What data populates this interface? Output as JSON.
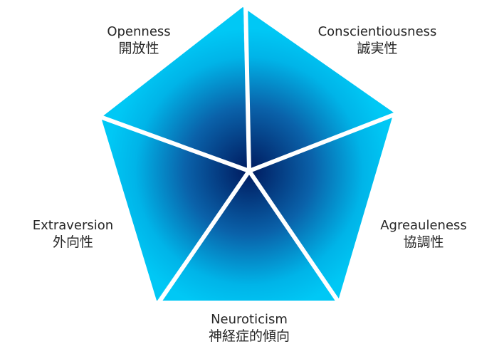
{
  "diagram": {
    "colors": {
      "center": "#001a5e",
      "outer": "#00c8f5",
      "gap": "#ffffff",
      "text": "#262626"
    },
    "traits": [
      {
        "en": "Openness",
        "ja": "開放性"
      },
      {
        "en": "Conscientiousness",
        "ja": "誠実性"
      },
      {
        "en": "Agreauleness",
        "ja": "協調性"
      },
      {
        "en": "Neuroticism",
        "ja": "神経症的傾向"
      },
      {
        "en": "Extraversion",
        "ja": "外向性"
      }
    ]
  }
}
